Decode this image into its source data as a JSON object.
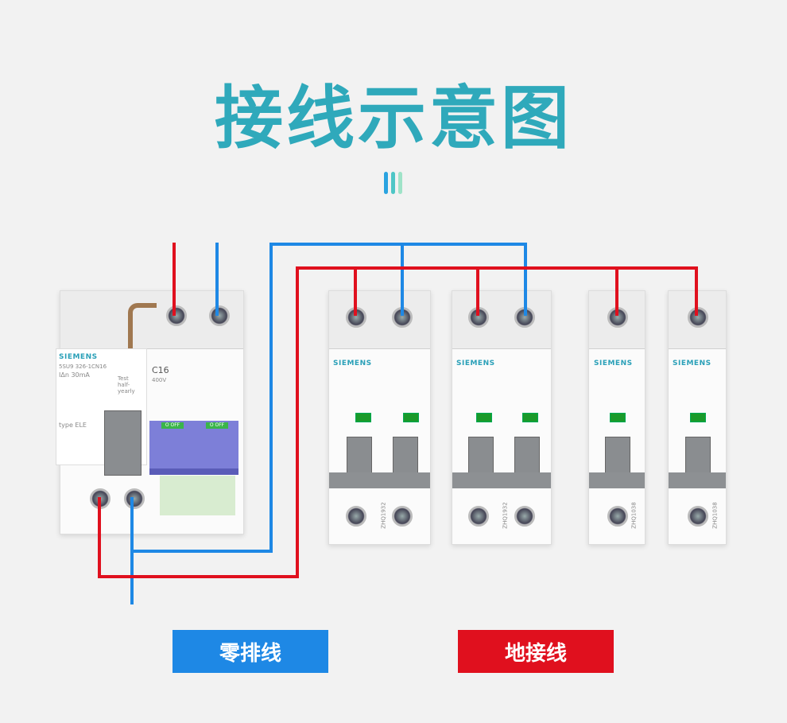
{
  "title": "接线示意图",
  "colors": {
    "title": "#2fa9bb",
    "neutral": "#1e88e5",
    "earth": "#e0101e",
    "bar_blue": "#2aa3e0",
    "bar_teal": "#4ec6c6",
    "bar_mint": "#9fe3c8"
  },
  "rcbo": {
    "brand": "SIEMENS",
    "model": "5SU9 326-1CN16",
    "rating": "IΔn 30mA",
    "curve": "C16",
    "voltage": "400V",
    "test": "Test half-yearly",
    "type": "type ELE",
    "off1": "O OFF",
    "off2": "O OFF"
  },
  "breakers": [
    {
      "brand": "SIEMENS",
      "code": "ZHQ1932",
      "poles": 2
    },
    {
      "brand": "SIEMENS",
      "code": "ZHQ1932",
      "poles": 2
    },
    {
      "brand": "SIEMENS",
      "code": "ZHQ1038",
      "poles": 1
    },
    {
      "brand": "SIEMENS",
      "code": "ZHQ1038",
      "poles": 1
    }
  ],
  "legend": {
    "neutral": "零排线",
    "earth": "地接线"
  }
}
